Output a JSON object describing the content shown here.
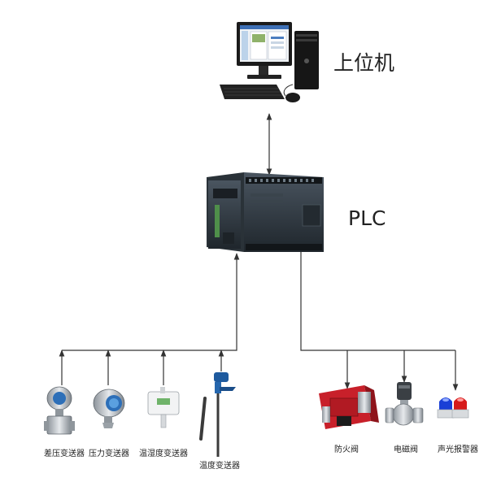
{
  "nodes": {
    "host_label": "上位机",
    "plc_label": "PLC"
  },
  "sensors": [
    {
      "label": "差压变送器"
    },
    {
      "label": "压力变送器"
    },
    {
      "label": "温湿度变送器"
    },
    {
      "label": "温度变送器"
    }
  ],
  "actuators": [
    {
      "label": "防火阀"
    },
    {
      "label": "电磁阀"
    },
    {
      "label": "声光报警器"
    }
  ],
  "icons": {
    "computer": "desktop-computer-icon",
    "plc": "plc-controller-icon",
    "dp_transmitter": "differential-pressure-transmitter-icon",
    "p_transmitter": "pressure-transmitter-icon",
    "th_transmitter": "temperature-humidity-transmitter-icon",
    "t_transmitter": "temperature-transmitter-icon",
    "fire_valve": "fire-damper-valve-icon",
    "solenoid_valve": "solenoid-valve-icon",
    "alarm": "sound-light-alarm-icon"
  },
  "colors": {
    "line": "#333333",
    "alarm_blue": "#1a3fd6",
    "alarm_red": "#d61a1a",
    "valve_red": "#c8202a"
  }
}
